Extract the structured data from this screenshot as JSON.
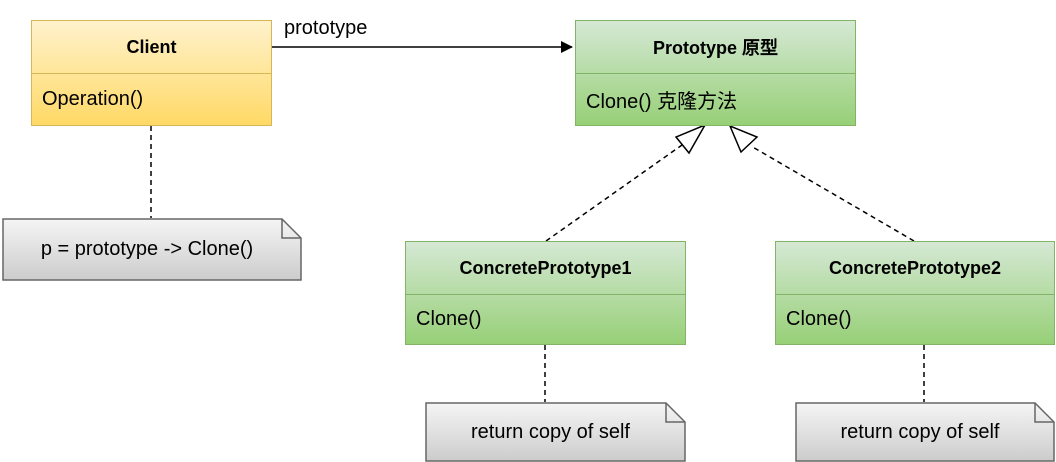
{
  "edges": {
    "client_to_prototype_label": "prototype"
  },
  "classes": {
    "client": {
      "name": "Client",
      "method": "Operation()"
    },
    "prototype": {
      "name": "Prototype  原型",
      "method": "Clone() 克隆方法"
    },
    "concrete1": {
      "name": "ConcretePrototype1",
      "method": "Clone()"
    },
    "concrete2": {
      "name": "ConcretePrototype2",
      "method": "Clone()"
    }
  },
  "notes": {
    "client_note": "p = prototype -> Clone()",
    "concrete1_note": "return copy of self",
    "concrete2_note": "return copy of self"
  },
  "colors": {
    "client_fill_top": "#fff2cc",
    "client_fill_bottom": "#ffd966",
    "client_stroke": "#d6b656",
    "prototype_fill_top": "#d5e8d4",
    "prototype_fill_bottom": "#97d077",
    "prototype_stroke": "#82b366",
    "note_fill_top": "#f5f5f5",
    "note_fill_bottom": "#cccccc",
    "note_stroke": "#666666"
  }
}
